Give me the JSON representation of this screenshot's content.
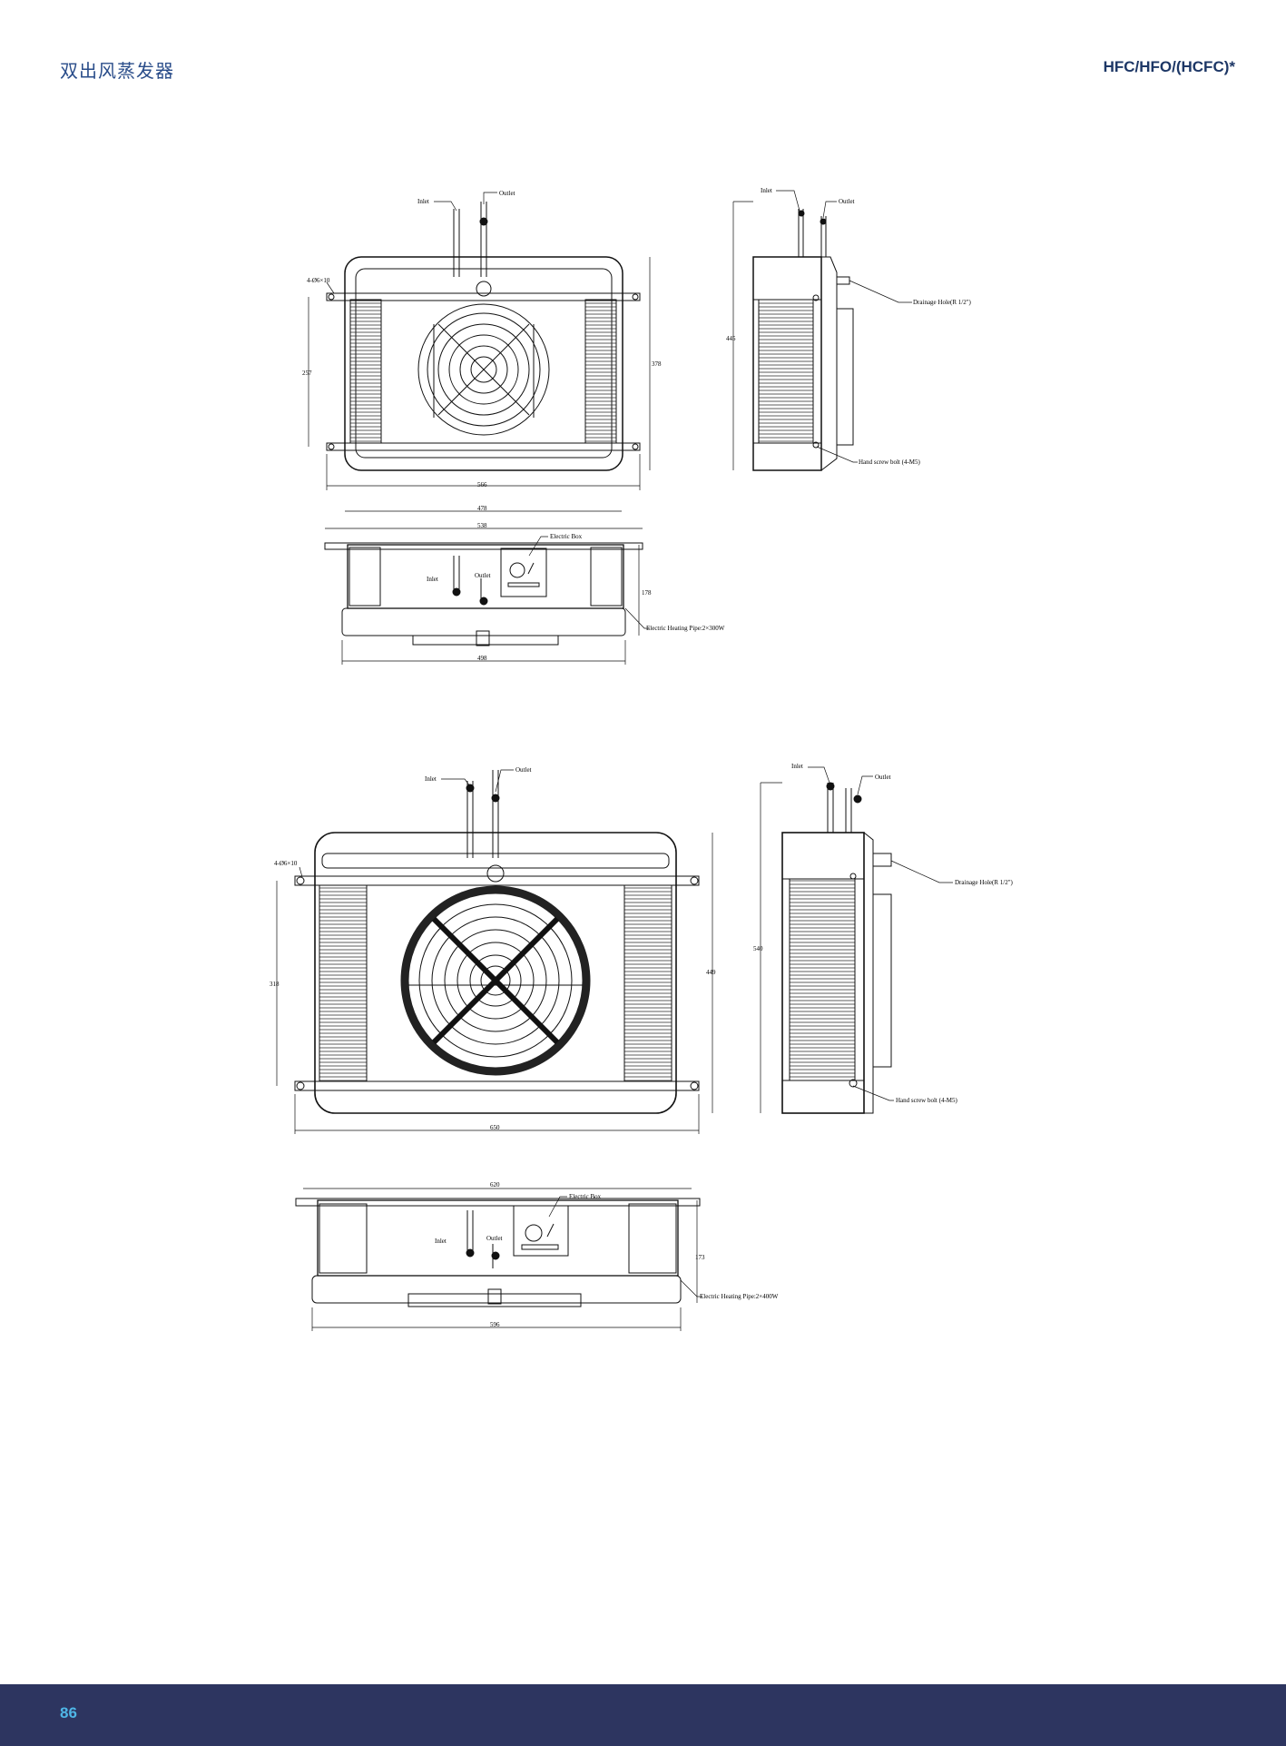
{
  "header": {
    "section_title": "双出风蒸发器",
    "refrigerant_note": "HFC/HFO/(HCFC)*"
  },
  "footer": {
    "page_number": "86"
  },
  "drawing1": {
    "front": {
      "inlet": "Inlet",
      "outlet": "Outlet",
      "holes": "4-Ø6×10",
      "dim_height_left": "257",
      "dim_height_right": "378",
      "dim_width": "566"
    },
    "side": {
      "inlet": "Inlet",
      "outlet": "Outlet",
      "drainage": "Drainage Hole(R 1/2\")",
      "dim_height": "445",
      "hand_bolt": "Hand screw bolt (4-M5)"
    },
    "bottom": {
      "dim_outer": "478",
      "dim_inner": "538",
      "electric_box": "Electric Box",
      "inlet": "Inlet",
      "outlet": "Outlet",
      "dim_height": "178",
      "heating_pipe": "Electric Heating Pipe:2×300W",
      "dim_width": "498"
    }
  },
  "drawing2": {
    "front": {
      "inlet": "Inlet",
      "outlet": "Outlet",
      "holes": "4-Ø6×10",
      "dim_height_left": "318",
      "dim_height_right": "449",
      "dim_width": "650"
    },
    "side": {
      "inlet": "Inlet",
      "outlet": "Outlet",
      "drainage": "Drainage Hole(R 1/2\")",
      "dim_height": "540",
      "hand_bolt": "Hand screw bolt (4-M5)"
    },
    "bottom": {
      "dim_outer": "620",
      "electric_box": "Electric Box",
      "inlet": "Inlet",
      "outlet": "Outlet",
      "dim_height": "173",
      "heating_pipe": "Electric Heating Pipe:2×400W",
      "dim_width": "596"
    }
  }
}
